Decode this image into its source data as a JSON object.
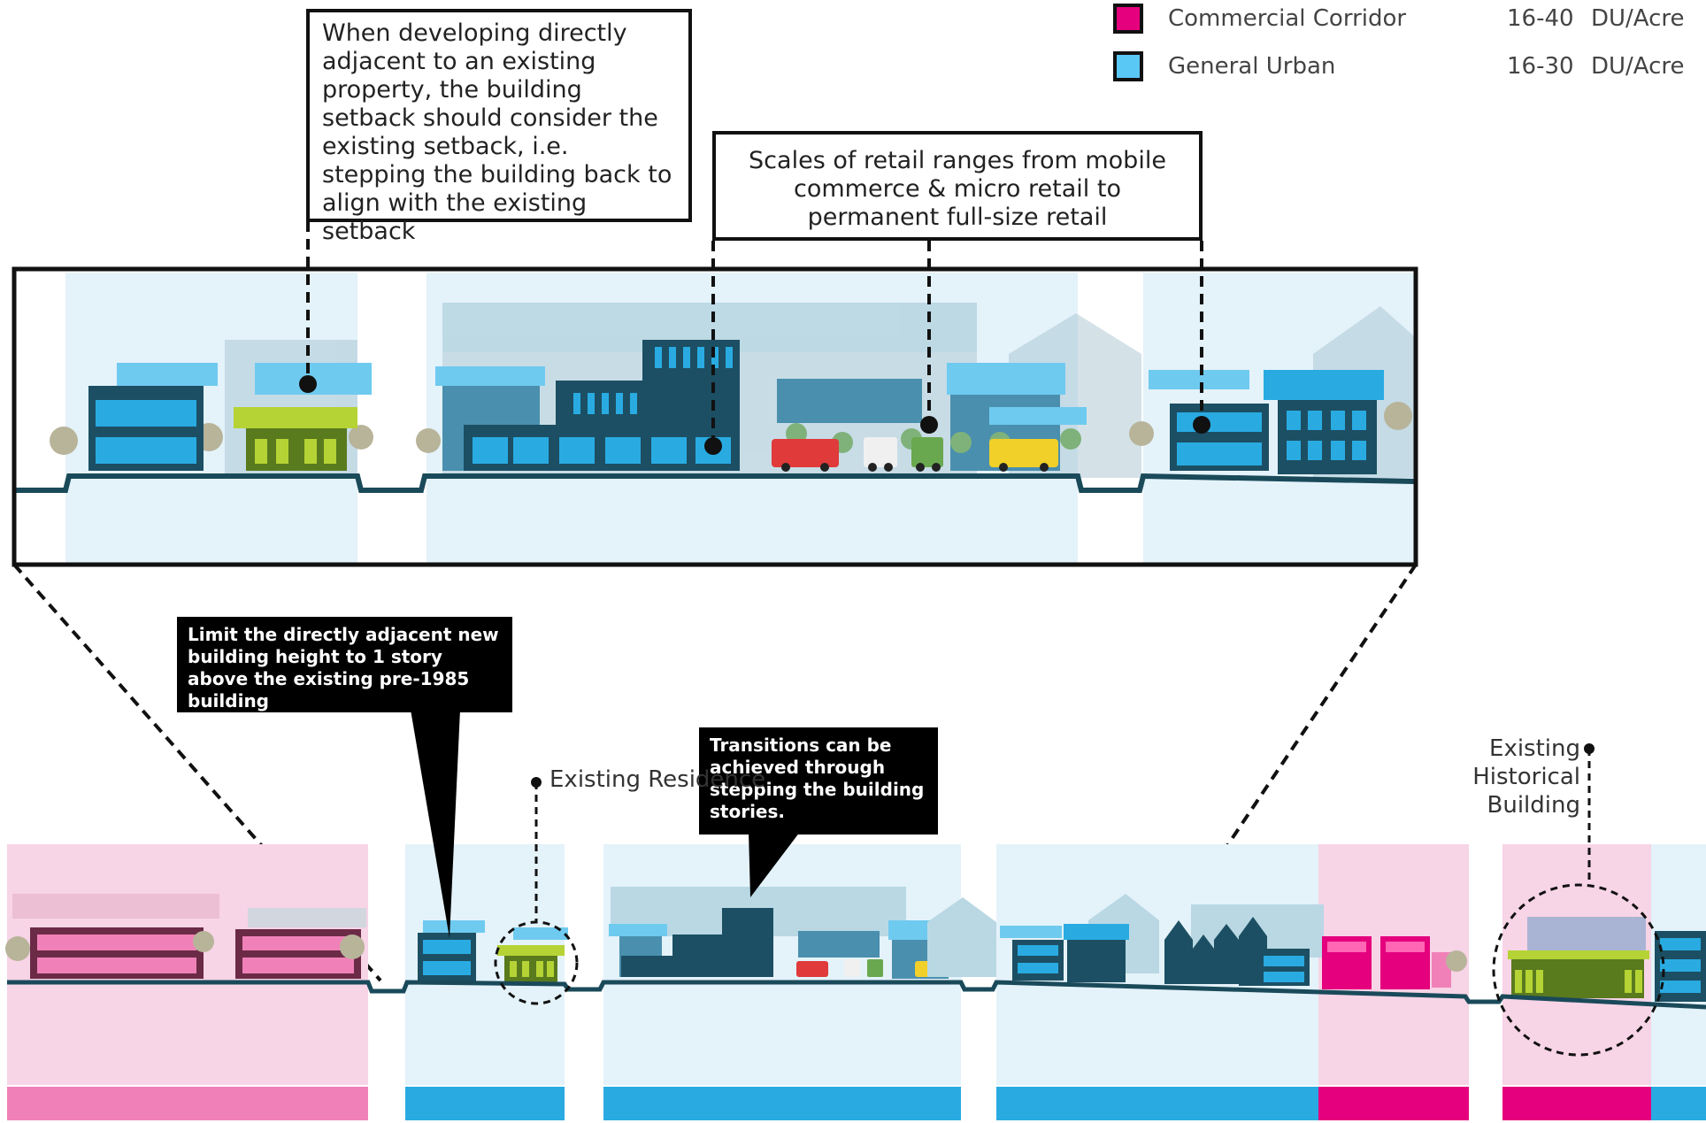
{
  "colors": {
    "commercial_corridor": "#e5007d",
    "commercial_corridor_light": "#f7d4e6",
    "commercial_corridor_bar": "#f081b8",
    "general_urban": "#29abe2",
    "general_urban_light": "#e4f2fa",
    "building_dark": "#1c4f63",
    "building_light": "#6fcaf0",
    "ground_line": "#1a4a5a",
    "residence_green": "#b5d334",
    "historic_green": "#5a7a1e"
  },
  "legend": {
    "items": [
      {
        "name": "Commercial Corridor",
        "range": "16-40",
        "unit": "DU/Acre",
        "swatch": "#e5007d"
      },
      {
        "name": "General Urban",
        "range": "16-30",
        "unit": "DU/Acre",
        "swatch": "#5ac8f5"
      }
    ]
  },
  "callouts": {
    "setback": "When developing directly adjacent to an existing property, the building setback should consider the existing setback, i.e. stepping the building back to align with the existing setback",
    "retail": "Scales of retail ranges from mobile commerce & micro retail to permanent full-size retail"
  },
  "bubbles": {
    "height_limit": "Limit the directly adjacent new building height to 1 story above the existing pre-1985 building",
    "transitions": "Transitions can be achieved through stepping the building stories."
  },
  "labels": {
    "existing_residence": "Existing Residence",
    "existing_historical_building": "Existing Historical Building"
  }
}
